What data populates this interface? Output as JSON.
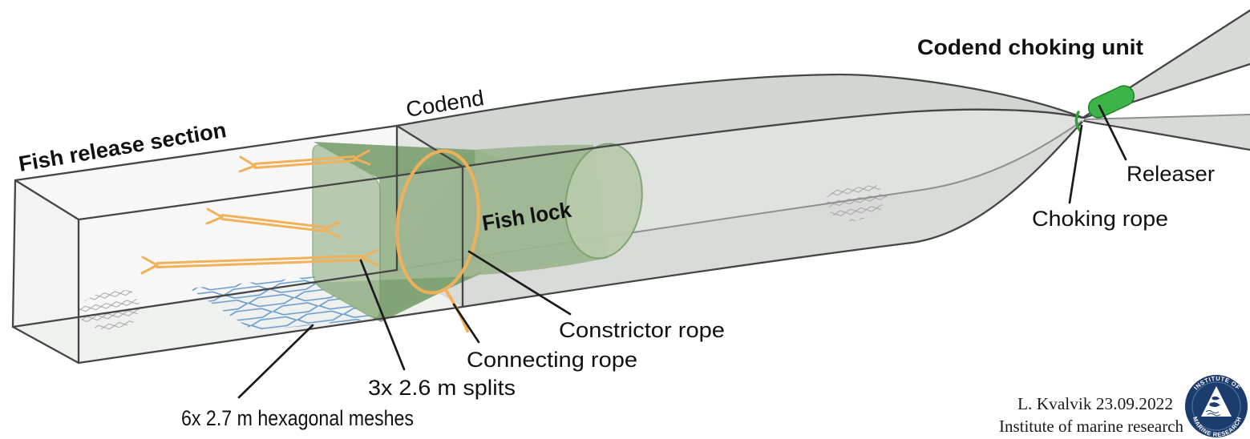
{
  "diagram": {
    "labels": {
      "fish_release_section": "Fish release section",
      "codend": "Codend",
      "fish_lock": "Fish lock",
      "codend_choking_unit": "Codend choking unit",
      "releaser": "Releaser",
      "choking_rope": "Choking rope",
      "constrictor_rope": "Constrictor rope",
      "connecting_rope": "Connecting rope",
      "splits": "3x 2.6 m splits",
      "hexagonal_meshes": "6x 2.7 m hexagonal meshes"
    },
    "credit": {
      "author_date": "L. Kvalvik 23.09.2022",
      "institution": "Institute of marine research"
    },
    "logo": {
      "arc_top": "INSTITUTE OF",
      "arc_bottom": "MARINE RESEARCH"
    },
    "colors": {
      "codend_net_gray": "#dcdedc",
      "release_box_gray": "#f6f7f6",
      "fish_lock_green": "#9bb48e",
      "releaser_green": "#3cb44a",
      "rope_orange": "#f0b158",
      "mesh_blue": "#6699cc",
      "logo_navy": "#1d3c6e",
      "outline_dark": "#454545"
    }
  }
}
